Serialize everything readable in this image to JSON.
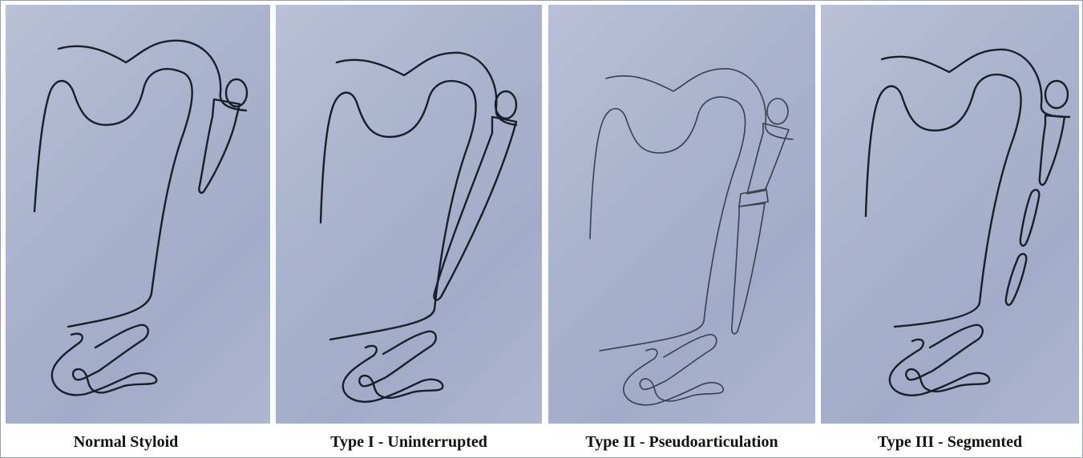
{
  "panels": [
    {
      "caption": "Normal Styloid",
      "variant": "normal"
    },
    {
      "caption": "Type I - Uninterrupted",
      "variant": "uninterrupted"
    },
    {
      "caption": "Type II - Pseudoarticulation",
      "variant": "pseudoarticulation"
    },
    {
      "caption": "Type III - Segmented",
      "variant": "segmented"
    }
  ]
}
